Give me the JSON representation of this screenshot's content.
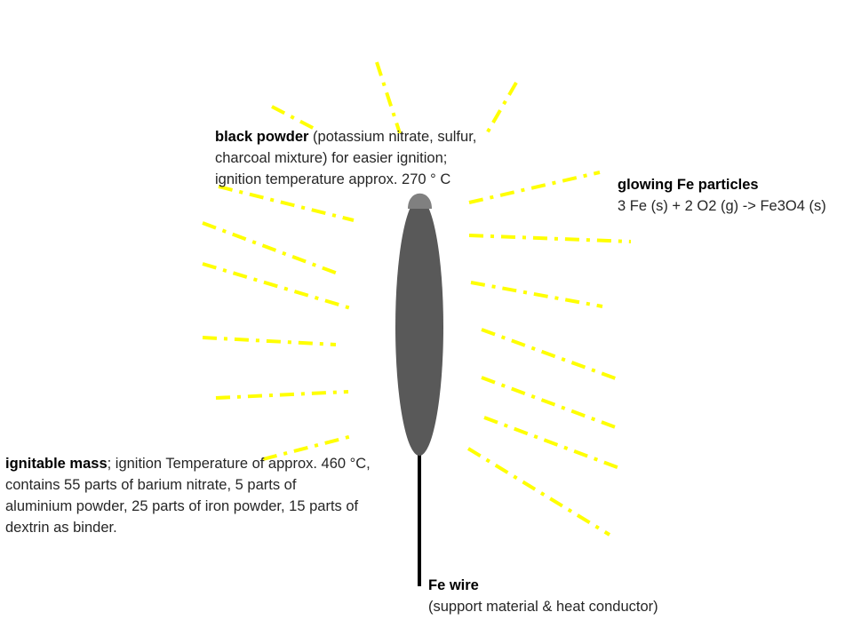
{
  "colors": {
    "spark": "#ffff00",
    "sparkler_body": "#595959",
    "sparkler_tip": "#808080",
    "wire": "#000000",
    "text": "#262626"
  },
  "labels": {
    "black_powder": {
      "title": "black powder",
      "line1_rest": " (potassium nitrate, sulfur,",
      "line2": "charcoal mixture) for easier ignition;",
      "line3": "ignition temperature approx. 270 ° C"
    },
    "fe_particles": {
      "title": "glowing Fe particles",
      "equation": "3 Fe (s) + 2 O2 (g) -> Fe3O4 (s)"
    },
    "ignitable_mass": {
      "title": "ignitable mass",
      "line1_rest": "; ignition Temperature of approx. 460 °C,",
      "line2": "contains 55 parts of barium nitrate, 5 parts of",
      "line3": "aluminium powder, 25 parts of iron powder, 15 parts of",
      "line4": "dextrin as binder."
    },
    "fe_wire": {
      "title": "Fe wire",
      "subtitle": "(support material & heat conductor)"
    }
  }
}
